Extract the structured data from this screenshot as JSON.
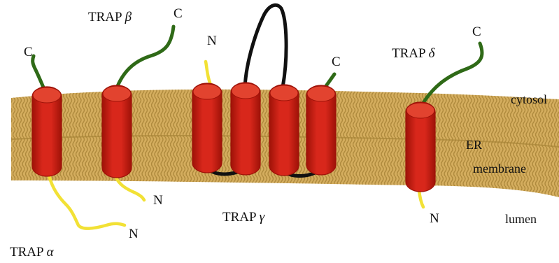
{
  "proteins": {
    "alpha": {
      "name": "TRAP",
      "greek": "α",
      "n_label": "N",
      "c_label": "C"
    },
    "beta": {
      "name": "TRAP",
      "greek": "β",
      "n_label": "N",
      "c_label": "C"
    },
    "gamma": {
      "name": "TRAP",
      "greek": "γ",
      "n_label": "N",
      "c_label": "C"
    },
    "delta": {
      "name": "TRAP",
      "greek": "δ",
      "n_label": "N",
      "c_label": "C"
    }
  },
  "compartments": {
    "cytosol": "cytosol",
    "er_line1": "ER",
    "er_line2": "membrane",
    "lumen": "lumen"
  },
  "colors": {
    "membrane": "#d4ad5e",
    "lipid_tail": "#a88437",
    "helix": "#d8271b",
    "helix_dark": "#9e1208",
    "helix_top": "#e2432f",
    "cytosolic_tail": "#2f6a17",
    "lumenal_tail": "#f2e135",
    "loop": "#111111"
  }
}
